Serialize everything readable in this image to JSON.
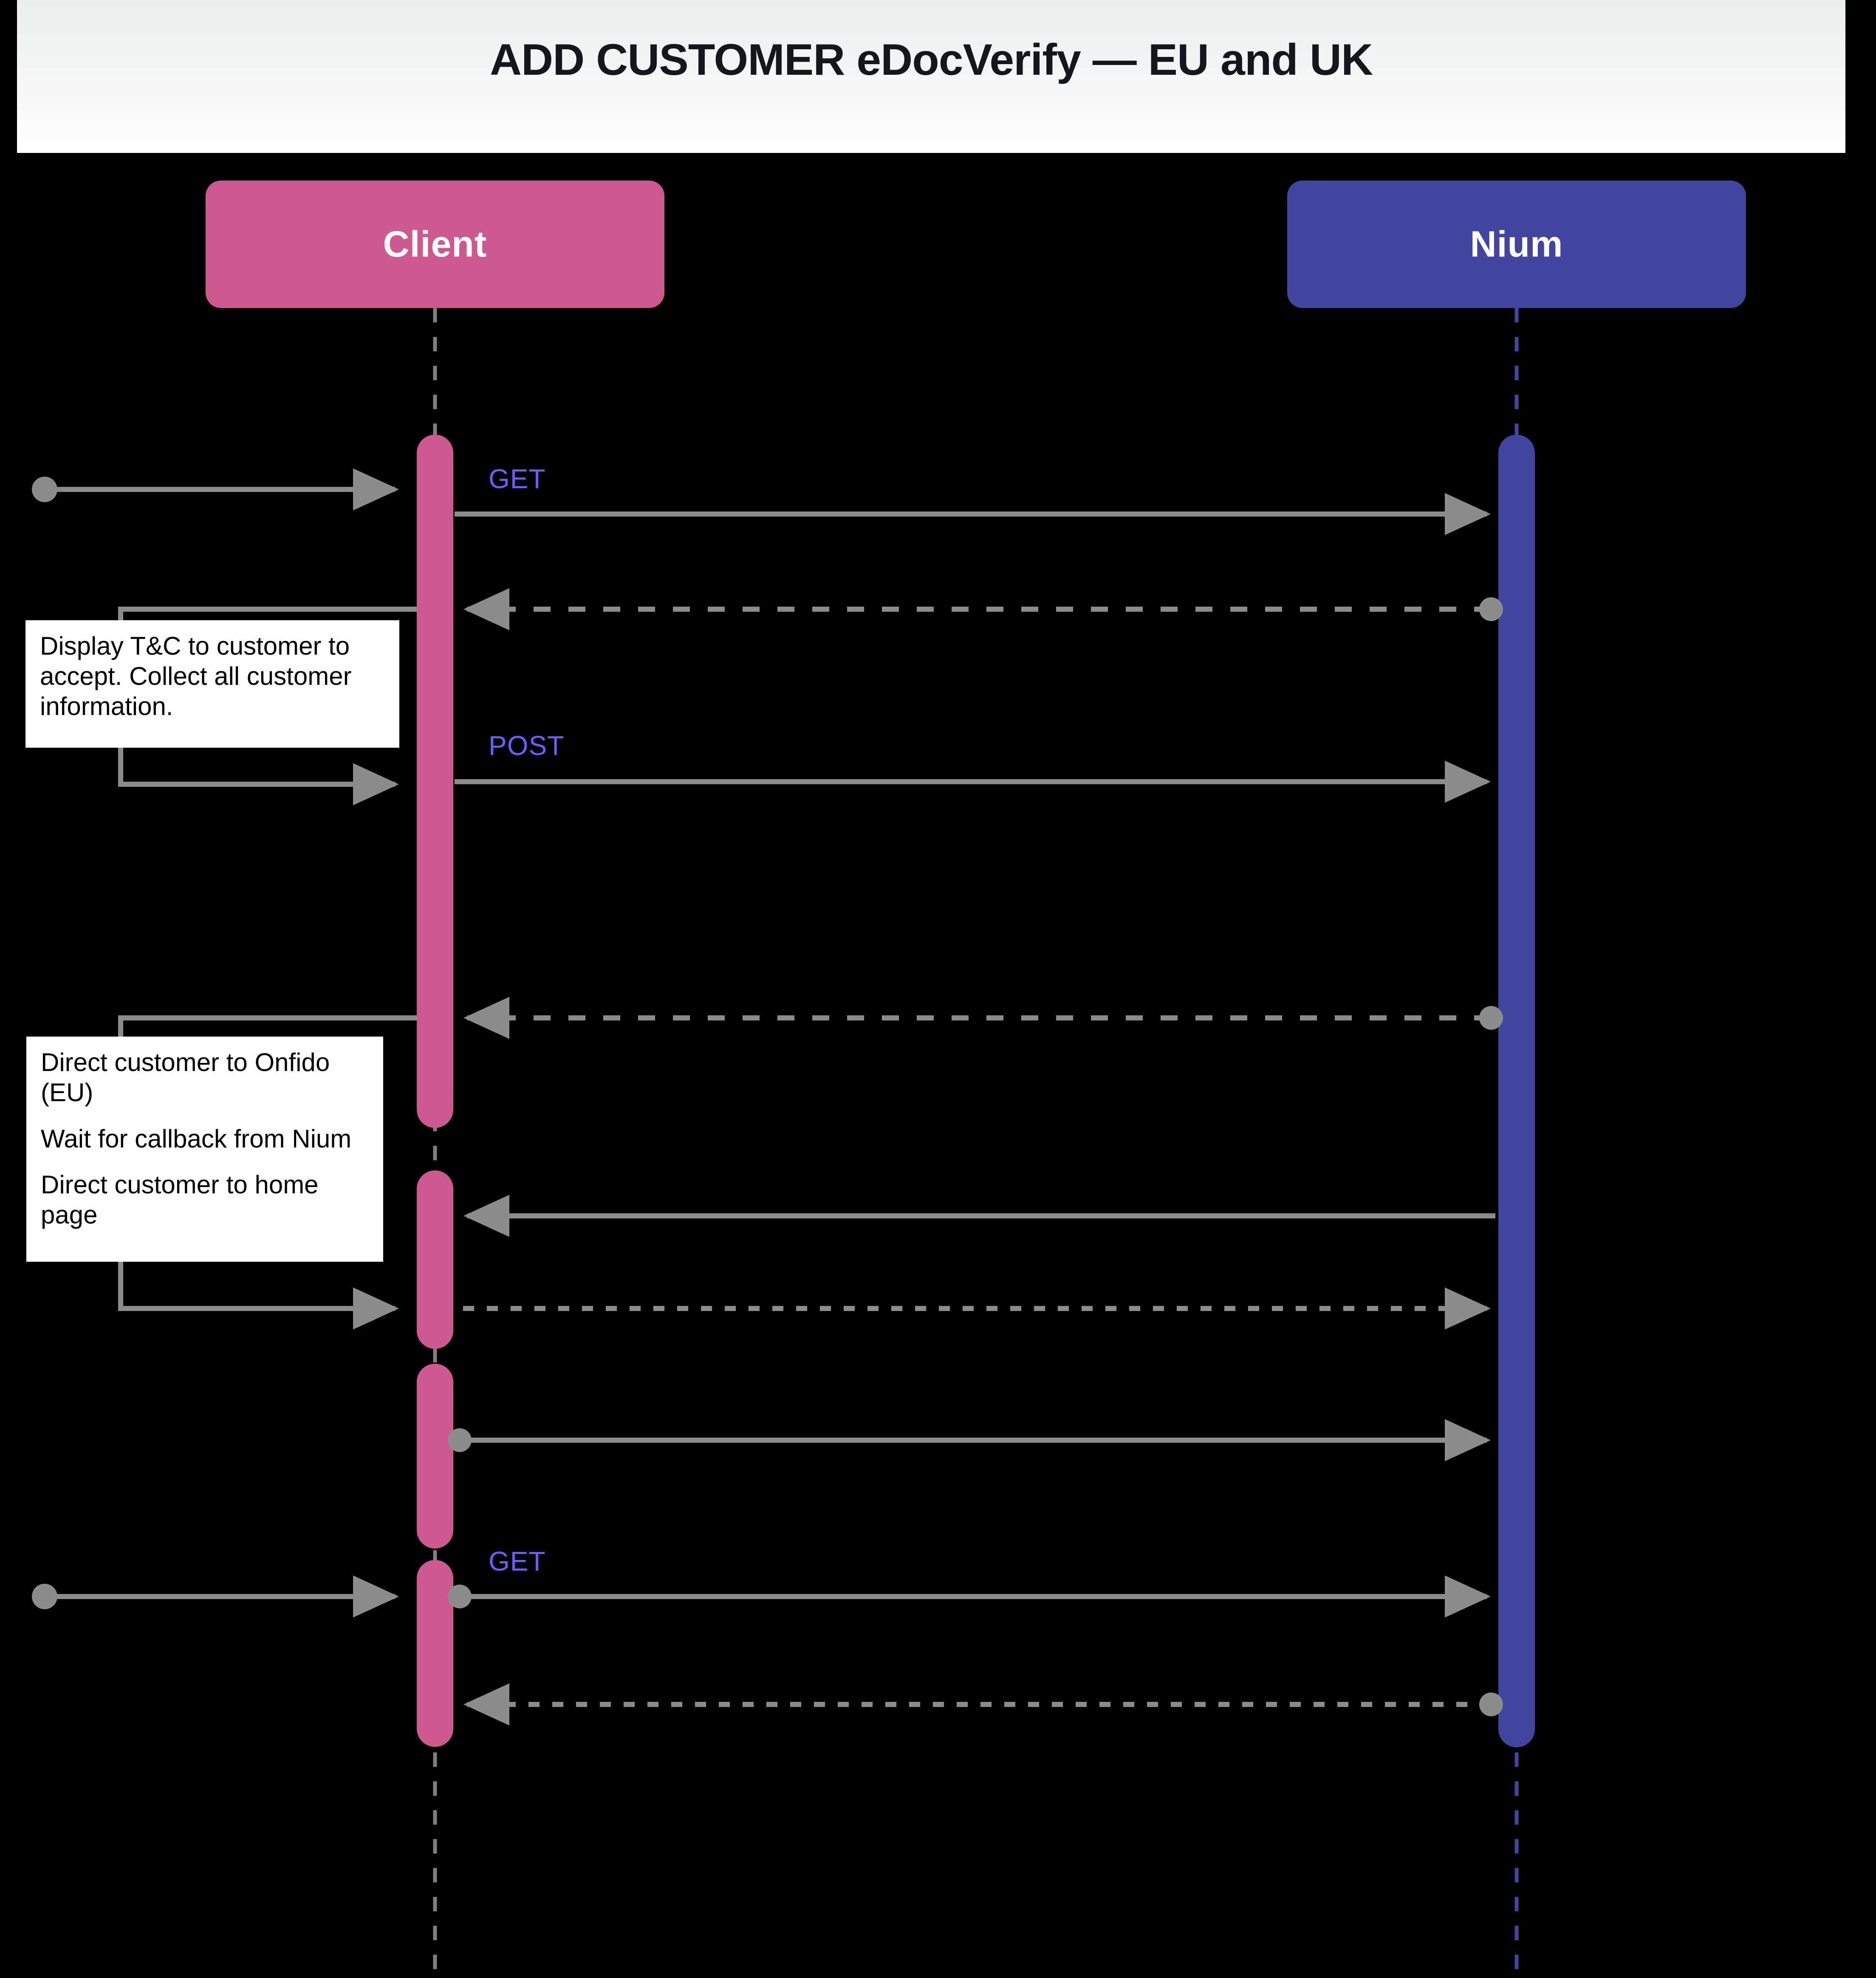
{
  "header": {
    "title": "ADD CUSTOMER eDocVerify — EU and UK"
  },
  "participants": [
    {
      "id": "client",
      "label": "Client",
      "color": "#ce5890",
      "side": "left"
    },
    {
      "id": "nium",
      "label": "Nium",
      "color": "#42459d",
      "side": "right"
    }
  ],
  "method_labels": {
    "get_1": "GET",
    "post_1": "POST",
    "get_2": "GET",
    "color": "#6e5cff"
  },
  "notes": [
    {
      "id": "note-tc",
      "paragraphs": [
        "Display T&C to customer to accept. Collect all customer information."
      ]
    },
    {
      "id": "note-onfido",
      "paragraphs": [
        "Direct customer to Onfido (EU)",
        "Wait for callback from Nium",
        "Direct customer to home page"
      ]
    }
  ],
  "messages": [
    {
      "index": 1,
      "from": "external",
      "to": "client",
      "style": "solid",
      "direction": "right",
      "label": ""
    },
    {
      "index": 2,
      "from": "client",
      "to": "nium",
      "style": "solid",
      "direction": "right",
      "label": "GET"
    },
    {
      "index": 3,
      "from": "nium",
      "to": "client",
      "style": "dashed",
      "direction": "left",
      "label": ""
    },
    {
      "index": 4,
      "from": "client",
      "to": "client",
      "style": "solid",
      "direction": "self",
      "label": ""
    },
    {
      "index": 5,
      "from": "client",
      "to": "nium",
      "style": "solid",
      "direction": "right",
      "label": "POST"
    },
    {
      "index": 6,
      "from": "nium",
      "to": "client",
      "style": "dashed",
      "direction": "left",
      "label": ""
    },
    {
      "index": 7,
      "from": "client",
      "to": "client",
      "style": "solid",
      "direction": "self",
      "label": ""
    },
    {
      "index": 8,
      "from": "nium",
      "to": "client",
      "style": "solid",
      "direction": "left",
      "label": ""
    },
    {
      "index": 9,
      "from": "client",
      "to": "nium",
      "style": "dashed",
      "direction": "right",
      "label": ""
    },
    {
      "index": 10,
      "from": "client",
      "to": "nium",
      "style": "solid",
      "direction": "right",
      "label": ""
    },
    {
      "index": 11,
      "from": "external",
      "to": "client",
      "style": "solid",
      "direction": "right",
      "label": ""
    },
    {
      "index": 12,
      "from": "client",
      "to": "nium",
      "style": "solid",
      "direction": "right",
      "label": "GET"
    },
    {
      "index": 13,
      "from": "nium",
      "to": "client",
      "style": "dashed",
      "direction": "left",
      "label": ""
    }
  ],
  "colors": {
    "background": "#000000",
    "client": "#ce5890",
    "nium": "#42459d",
    "wire": "#8c8c8c",
    "method": "#6e5cff",
    "note_bg": "#ffffff",
    "note_text": "#000000",
    "banner_bg": "#f4f5f5",
    "title_text": "#14181c"
  }
}
